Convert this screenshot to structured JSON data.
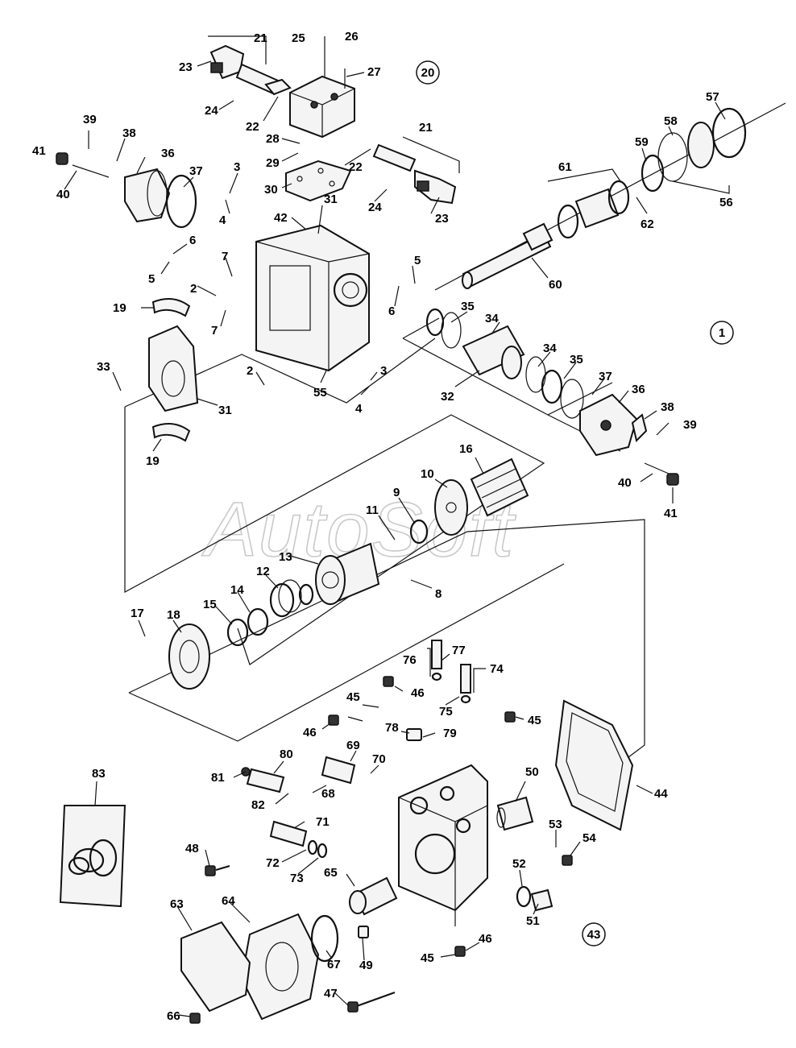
{
  "watermark": "AutoSoft",
  "assembly_markers": [
    {
      "id": "20",
      "label": "20"
    },
    {
      "id": "1",
      "label": "1"
    },
    {
      "id": "43",
      "label": "43"
    }
  ],
  "callouts": {
    "c25": "25",
    "c26": "26",
    "c21a": "21",
    "c27": "27",
    "c23a": "23",
    "c24a": "24",
    "c22a": "22",
    "c28": "28",
    "c29": "29",
    "c30": "30",
    "c22b": "22",
    "c21b": "21",
    "c24b": "24",
    "c23b": "23",
    "c39a": "39",
    "c38a": "38",
    "c41a": "41",
    "c36a": "36",
    "c37a": "37",
    "c40a": "40",
    "c3a": "3",
    "c4a": "4",
    "c31a": "31",
    "c42": "42",
    "c6a": "6",
    "c5a": "5",
    "c7a": "7",
    "c2a": "2",
    "c7b": "7",
    "c19a": "19",
    "c5b": "5",
    "c6b": "6",
    "c57": "57",
    "c58": "58",
    "c59": "59",
    "c61": "61",
    "c62": "62",
    "c56": "56",
    "c60": "60",
    "c35a": "35",
    "c34a": "34",
    "c34b": "34",
    "c35b": "35",
    "c37b": "37",
    "c36b": "36",
    "c32": "32",
    "c38b": "38",
    "c39b": "39",
    "c33": "33",
    "c31b": "31",
    "c2b": "2",
    "c55": "55",
    "c3b": "3",
    "c4b": "4",
    "c19b": "19",
    "c40b": "40",
    "c41b": "41",
    "c16": "16",
    "c10": "10",
    "c9": "9",
    "c11": "11",
    "c13": "13",
    "c12": "12",
    "c14": "14",
    "c15": "15",
    "c8": "8",
    "c18": "18",
    "c17": "17",
    "c76": "76",
    "c77": "77",
    "c74": "74",
    "c75": "75",
    "c45a": "45",
    "c46a": "46",
    "c45b": "45",
    "c46b": "46",
    "c78": "78",
    "c79": "79",
    "c83": "83",
    "c80": "80",
    "c81": "81",
    "c69": "69",
    "c70": "70",
    "c68": "68",
    "c82": "82",
    "c71": "71",
    "c50": "50",
    "c44": "44",
    "c53": "53",
    "c54": "54",
    "c48": "48",
    "c72": "72",
    "c73": "73",
    "c65": "65",
    "c52": "52",
    "c51": "51",
    "c63": "63",
    "c64": "64",
    "c67": "67",
    "c49": "49",
    "c45c": "45",
    "c46c": "46",
    "c66": "66",
    "c47": "47"
  }
}
